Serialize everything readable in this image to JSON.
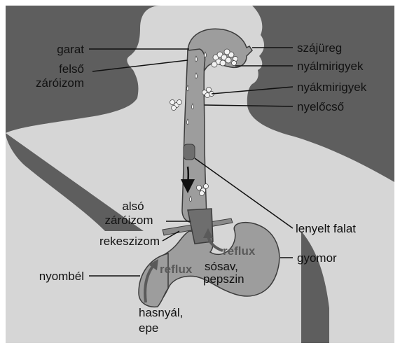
{
  "labels": {
    "garat": "garat",
    "felso_line1": "felső",
    "felso_line2": "záróizom",
    "szajureg": "szájüreg",
    "nyalmirigyek": "nyálmirigyek",
    "nyakmirigyek": "nyákmirigyek",
    "nyelocso": "nyelőcső",
    "also_line1": "alsó",
    "also_line2": "záróizom",
    "rekeszizom": "rekeszizom",
    "lenyelt_falat": "lenyelt falat",
    "gyomor": "gyomor",
    "nyombel": "nyombél",
    "reflux_stomach": "reflux",
    "reflux_duodenum": "reflux",
    "sosav_line1": "sósav,",
    "sosav_line2": "pepszin",
    "hasnyal_line1": "hasnyál,",
    "hasnyal_line2": "epe"
  },
  "colors": {
    "background": "#5e5e5e",
    "body": "#d6d6d6",
    "organ": "#9d9d9d",
    "organ_outline": "#3c3c3c",
    "sphincter": "#6e6e6e",
    "gland": "#f2f2f2",
    "reflux_text": "#5a5a5a"
  }
}
